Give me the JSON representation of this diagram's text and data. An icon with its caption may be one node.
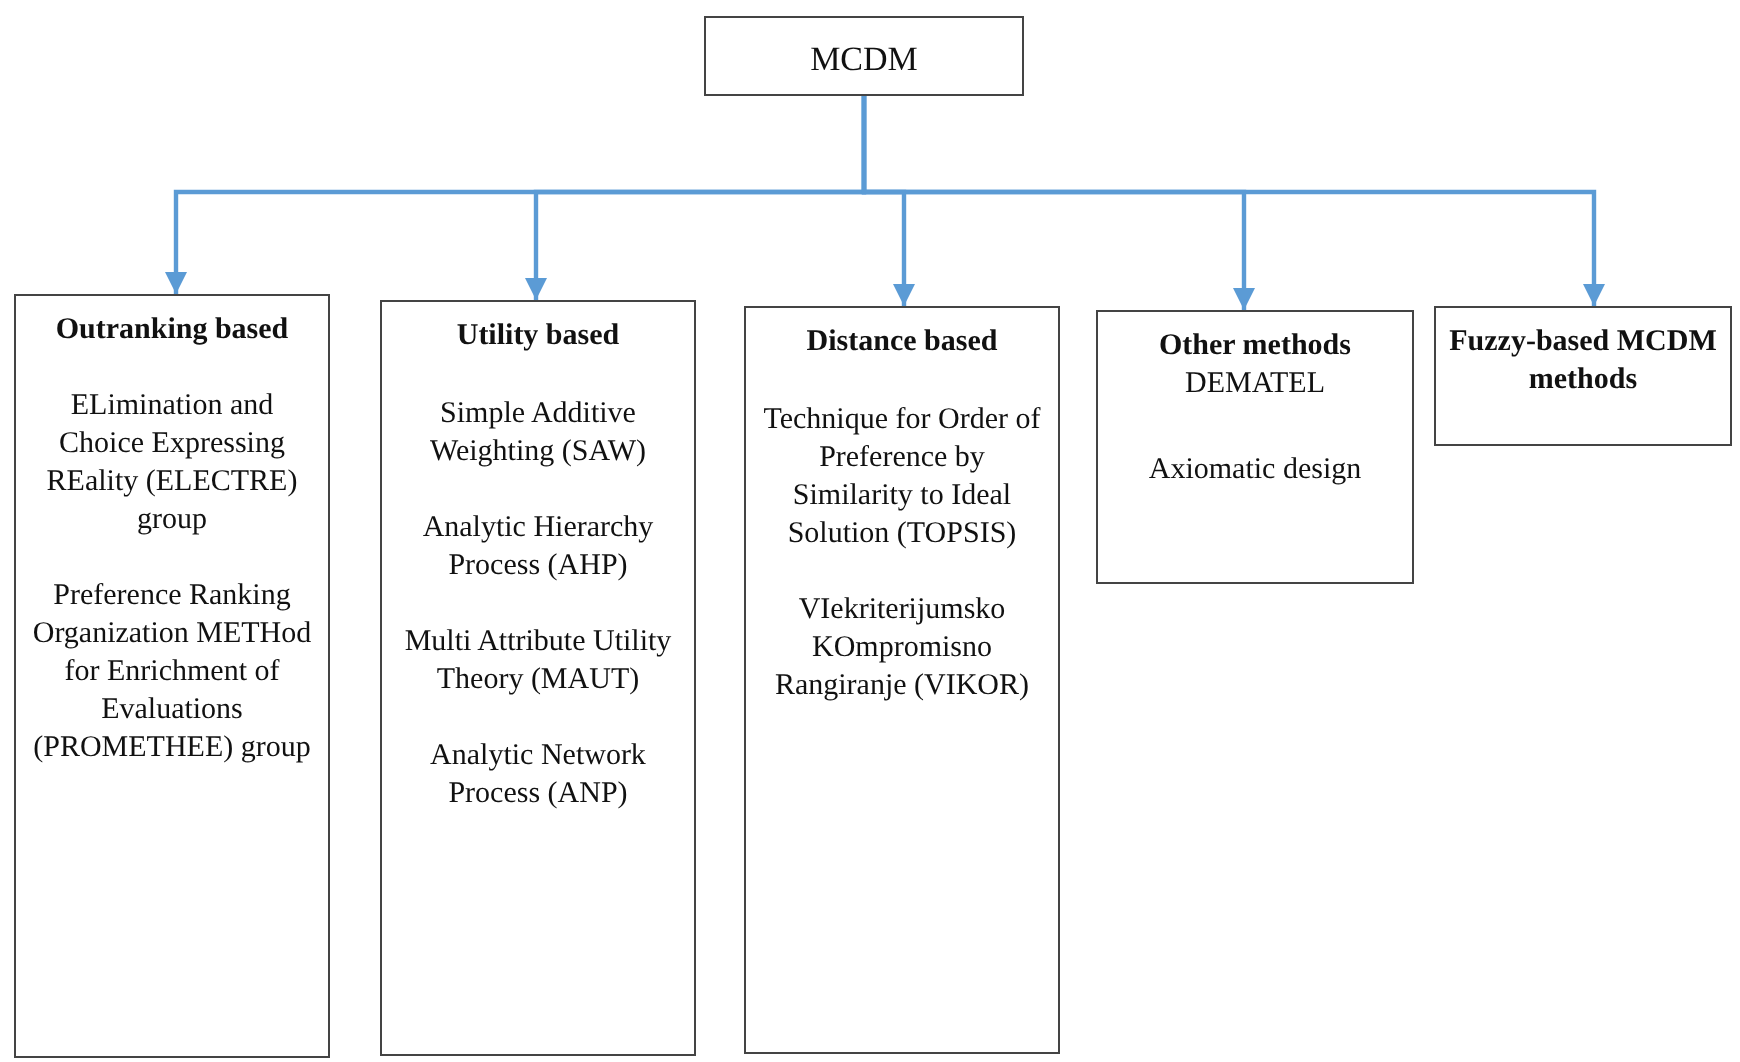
{
  "diagram": {
    "nodes": [
      {
        "text": [
          "MCDM"
        ]
      },
      {
        "text": [
          "Outranking based",
          "ELimination and Choice Expressing REality (ELECTRE) group",
          "Preference Ranking Organization METHod for Enrichment of Evaluations (PROMETHEE) group"
        ]
      },
      {
        "text": [
          "Utility based",
          "Simple Additive Weighting (SAW)",
          "Analytic Hierarchy Process (AHP)",
          "Multi Attribute Utility Theory (MAUT)",
          "Analytic Network Process (ANP)"
        ]
      },
      {
        "text": [
          "Distance based",
          "Technique for Order of Preference by Similarity to Ideal Solution (TOPSIS)",
          "VIekriterijumsko KOmpromisno Rangiranje (VIKOR)"
        ]
      },
      {
        "text": [
          "Other methods",
          "DEMATEL",
          "Axiomatic design"
        ]
      },
      {
        "text": [
          "Fuzzy-based MCDM methods"
        ]
      }
    ],
    "edges": [
      {
        "from": 0,
        "to": 1,
        "arrow": "to"
      },
      {
        "from": 0,
        "to": 2,
        "arrow": "to"
      },
      {
        "from": 0,
        "to": 3,
        "arrow": "to"
      },
      {
        "from": 0,
        "to": 4,
        "arrow": "to"
      },
      {
        "from": 0,
        "to": 5,
        "arrow": "to"
      }
    ]
  }
}
